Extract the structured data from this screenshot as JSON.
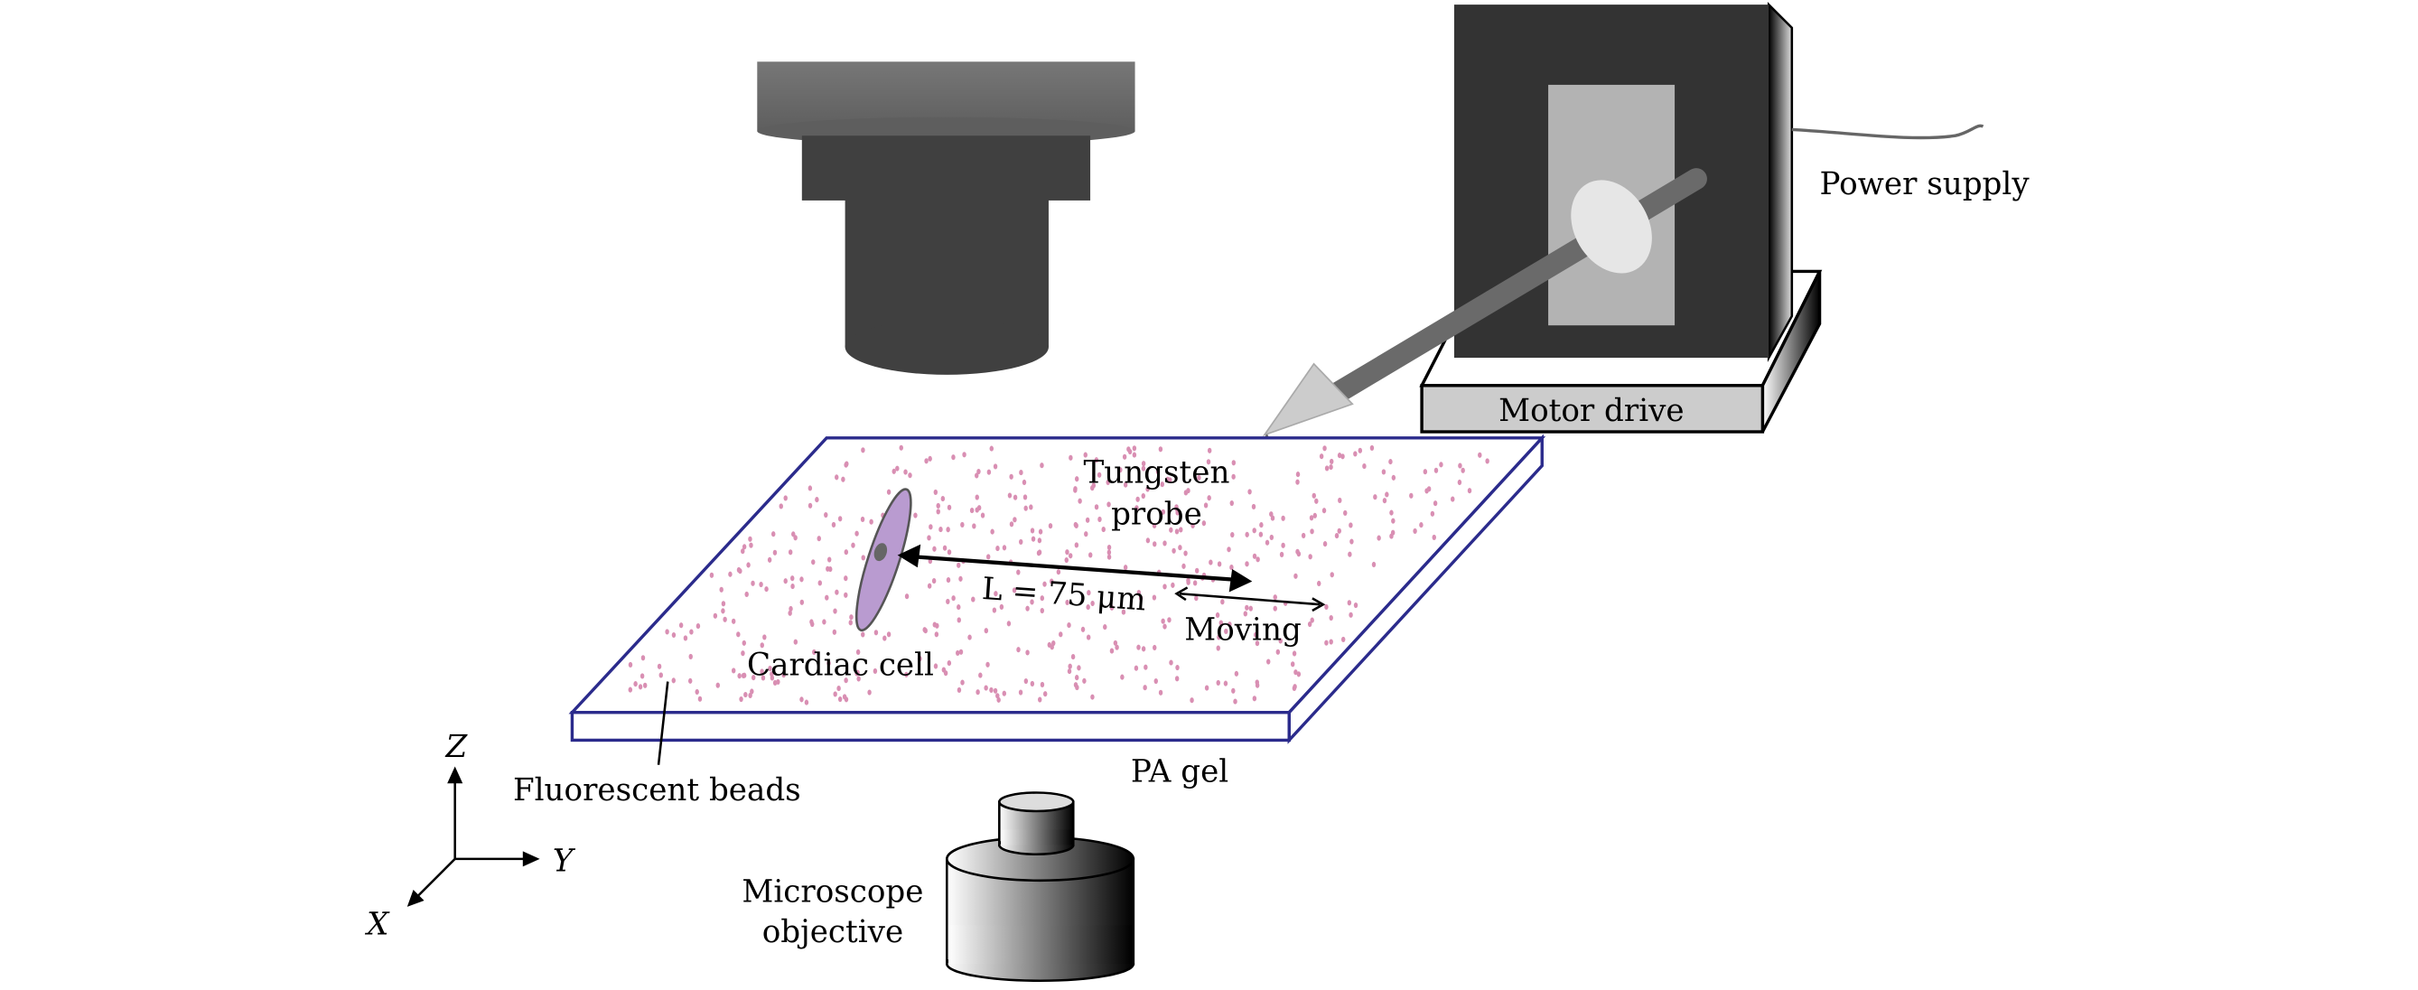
{
  "labels": {
    "tungsten_line1": "Tungsten",
    "tungsten_line2": "probe",
    "distance": "L = 75 μm",
    "moving": "Moving",
    "cardiac_cell": "Cardiac cell",
    "pa_gel": "PA gel",
    "fluorescent_beads": "Fluorescent beads",
    "power_supply": "Power supply",
    "motor_drive": "Motor drive",
    "microscope_line1": "Microscope",
    "microscope_line2": "objective",
    "axis_z": "Z",
    "axis_y": "Y",
    "axis_x": "X"
  },
  "colors": {
    "gel_outline": "#2b2b8c",
    "beads": "#d98fb3",
    "cell": "#b99bd0",
    "motor_body": "#333333",
    "motor_panel": "#b3b3b3",
    "rod": "#6a6a6a",
    "base_front": "#cccccc"
  }
}
